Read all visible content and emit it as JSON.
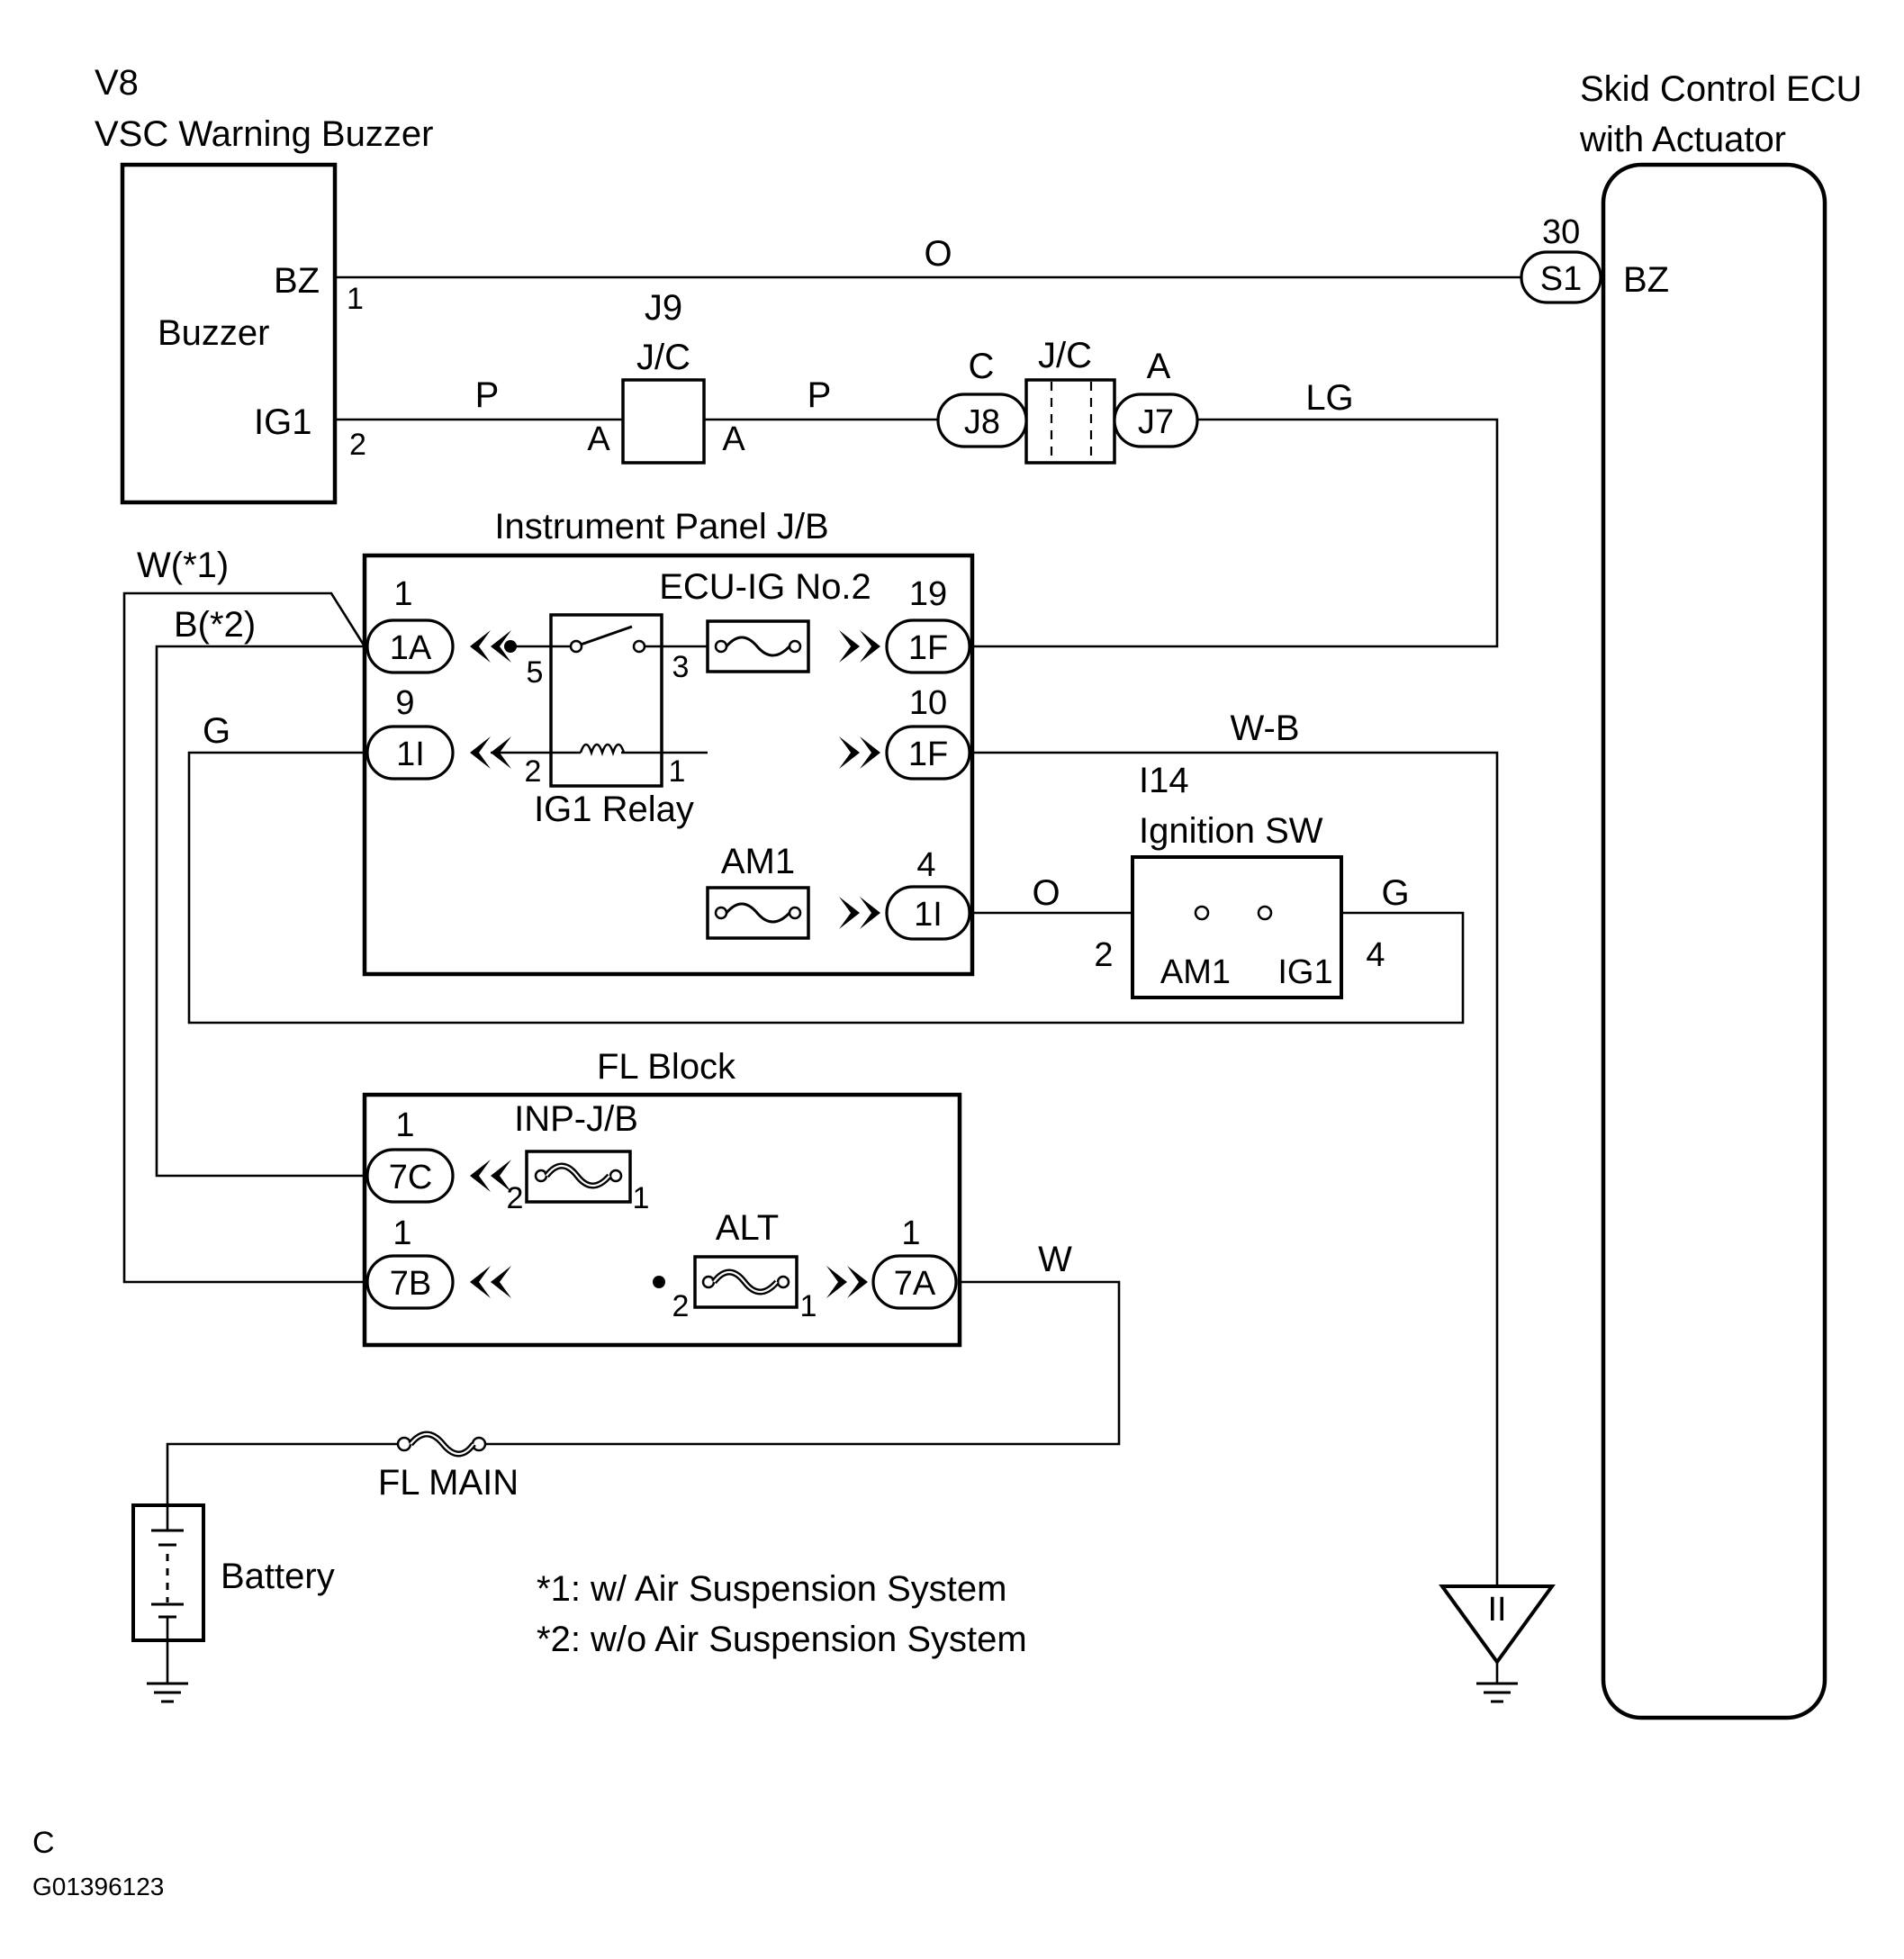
{
  "title": {
    "code": "V8",
    "name": "VSC Warning Buzzer"
  },
  "buzzer": {
    "label": "Buzzer",
    "pin_bz": "BZ",
    "pin_bz_no": "1",
    "pin_ig1": "IG1",
    "pin_ig1_no": "2"
  },
  "ecu": {
    "line1": "Skid Control ECU",
    "line2": "with Actuator",
    "pin_no": "30",
    "connector": "S1",
    "pin": "BZ"
  },
  "wires": {
    "o_top": "O",
    "p_left": "P",
    "p_right": "P",
    "lg": "LG",
    "wb": "W-B",
    "o_mid": "O",
    "g_right": "G",
    "w_top": "W",
    "w_star1": "W(*1)",
    "b_star2": "B(*2)",
    "g_left": "G"
  },
  "j9": {
    "code": "J9",
    "label": "J/C",
    "pin_left": "A",
    "pin_right": "A"
  },
  "jc2": {
    "label": "J/C",
    "conn_left": "J8",
    "conn_right": "J7",
    "pin_left": "C",
    "pin_right": "A"
  },
  "ipjb": {
    "title": "Instrument Panel J/B",
    "c1a": "1A",
    "c1a_pin": "1",
    "c1i_left": "1I",
    "c1i_left_pin": "9",
    "c1f_top": "1F",
    "c1f_top_pin": "19",
    "c1f_bot": "1F",
    "c1f_bot_pin": "10",
    "c1i_right": "1I",
    "c1i_right_pin": "4",
    "fuse_ecuig": "ECU-IG No.2",
    "fuse_am1": "AM1",
    "relay_label": "IG1 Relay",
    "relay_p5": "5",
    "relay_p3": "3",
    "relay_p2": "2",
    "relay_p1": "1"
  },
  "ignition": {
    "code": "I14",
    "name": "Ignition SW",
    "am1": "AM1",
    "ig1": "IG1",
    "pin_left": "2",
    "pin_right": "4"
  },
  "flblock": {
    "title": "FL Block",
    "c7c": "7C",
    "c7c_pin": "1",
    "c7b": "7B",
    "c7b_pin": "1",
    "c7a": "7A",
    "c7a_pin": "1",
    "inp_jb": "INP-J/B",
    "inp_p2": "2",
    "inp_p1": "1",
    "alt": "ALT",
    "alt_p2": "2",
    "alt_p1": "1"
  },
  "fl_main": "FL MAIN",
  "battery": "Battery",
  "ground_connector": "II",
  "notes": [
    "*1: w/ Air Suspension System",
    "*2: w/o Air Suspension System"
  ],
  "footer": {
    "letter": "C",
    "code": "G01396123"
  }
}
